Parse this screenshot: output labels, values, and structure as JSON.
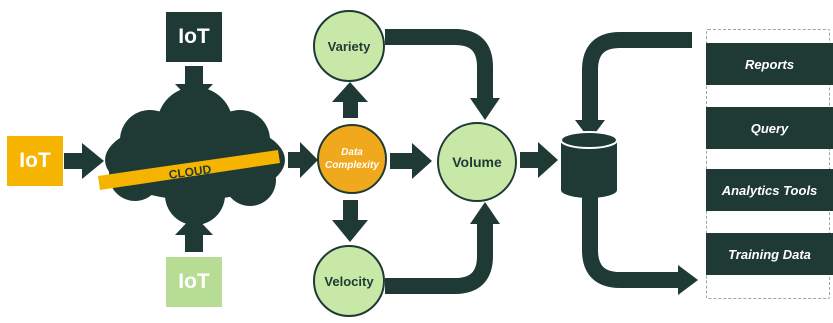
{
  "diagram": {
    "iot_top": "IoT",
    "iot_left": "IoT",
    "iot_bottom": "IoT",
    "cloud_label": "CLOUD",
    "data_complexity_line1": "Data",
    "data_complexity_line2": "Complexity",
    "variety": "Variety",
    "velocity": "Velocity",
    "volume": "Volume",
    "outputs": [
      "Reports",
      "Query",
      "Analytics Tools",
      "Training Data"
    ]
  },
  "colors": {
    "dark": "#1f3a34",
    "orange": "#f5b400",
    "light_green": "#c8e8a8",
    "pale_green": "#b7dc93"
  }
}
